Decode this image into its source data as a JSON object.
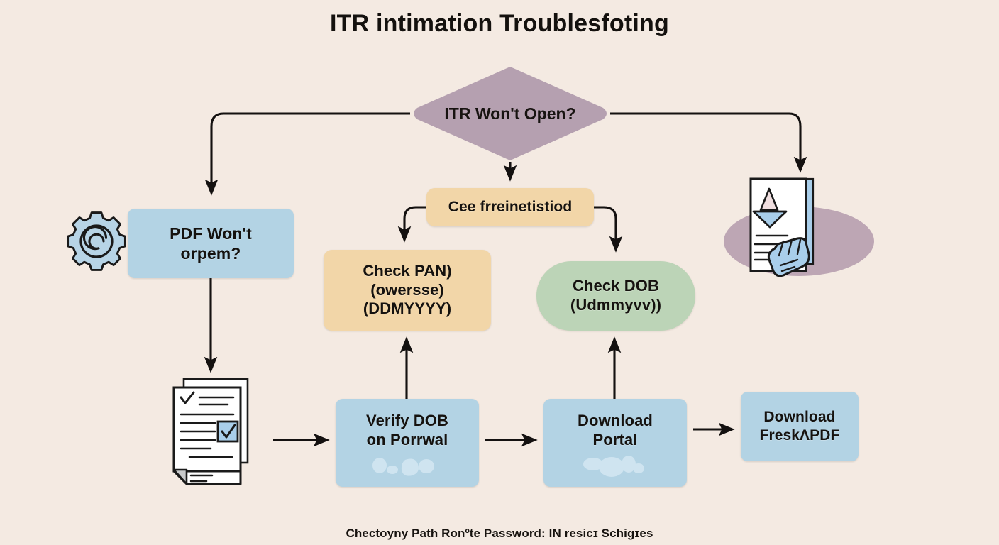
{
  "title": "ITR intimation Troublesfoting",
  "caption": "Chectoyny Path Ronºte Password: IN resicɪ Schigɪes",
  "colors": {
    "background": "#f4eae2",
    "blue_node": "#b3d3e4",
    "orange_node": "#f2d6a8",
    "green_node": "#bcd4b7",
    "diamond_node": "#b5a0b0",
    "ellipse_accent": "#bda6b4",
    "arrow": "#141110",
    "text": "#15120f"
  },
  "diagram": {
    "type": "flowchart",
    "decision": {
      "id": "itr-wont-open",
      "label": "ITR Won't Open?",
      "shape": "diamond",
      "color": "#b5a0b0"
    },
    "nodes": [
      {
        "id": "pdf-wont-open",
        "shape": "rounded-rect",
        "color": "#b3d3e4",
        "lines": [
          "PDF Won't",
          "orpem?"
        ]
      },
      {
        "id": "check-credentials",
        "shape": "rounded-rect",
        "color": "#f2d6a8",
        "lines": [
          "Cee frreinetistiod"
        ]
      },
      {
        "id": "check-pan",
        "shape": "rounded-rect",
        "color": "#f2d6a8",
        "lines": [
          "Check PAN)",
          "(owersse)",
          "(DDMYYYY)"
        ]
      },
      {
        "id": "check-dob",
        "shape": "pill",
        "color": "#bcd4b7",
        "lines": [
          "Check DOB",
          "(Udmmyvv))"
        ]
      },
      {
        "id": "verify-dob-portal",
        "shape": "rounded-rect",
        "color": "#b3d3e4",
        "lines": [
          "Verify DOB",
          "on Porrwal"
        ]
      },
      {
        "id": "download-portal",
        "shape": "rounded-rect",
        "color": "#b3d3e4",
        "lines": [
          "Download",
          "Portal"
        ]
      },
      {
        "id": "download-fresh-pdf",
        "shape": "rounded-rect",
        "color": "#b3d3e4",
        "lines": [
          "Download",
          "FreskɅPDF"
        ]
      }
    ],
    "edges": [
      {
        "from": "itr-wont-open",
        "to": "pdf-wont-open",
        "style": "elbow-left-down"
      },
      {
        "from": "itr-wont-open",
        "to": "check-credentials",
        "style": "straight-down"
      },
      {
        "from": "itr-wont-open",
        "to": "download-fresh-pdf",
        "style": "elbow-right-down"
      },
      {
        "from": "check-credentials",
        "to": "check-pan",
        "style": "elbow-left-down"
      },
      {
        "from": "check-credentials",
        "to": "check-dob",
        "style": "elbow-right-down"
      },
      {
        "from": "pdf-wont-open",
        "to": "doc-check-icon",
        "style": "straight-down"
      },
      {
        "from": "doc-check-icon",
        "to": "verify-dob-portal",
        "style": "straight-right"
      },
      {
        "from": "verify-dob-portal",
        "to": "check-pan",
        "style": "straight-up"
      },
      {
        "from": "verify-dob-portal",
        "to": "download-portal",
        "style": "straight-right"
      },
      {
        "from": "download-portal",
        "to": "check-dob",
        "style": "straight-up"
      },
      {
        "from": "download-portal",
        "to": "download-fresh-pdf",
        "style": "straight-right"
      }
    ],
    "icons": [
      {
        "id": "gear-icon",
        "label": "gear-icon"
      },
      {
        "id": "doc-check-icon",
        "label": "document-checklist-icon"
      },
      {
        "id": "doc-hand-icon",
        "label": "document-download-hand-icon"
      }
    ]
  }
}
